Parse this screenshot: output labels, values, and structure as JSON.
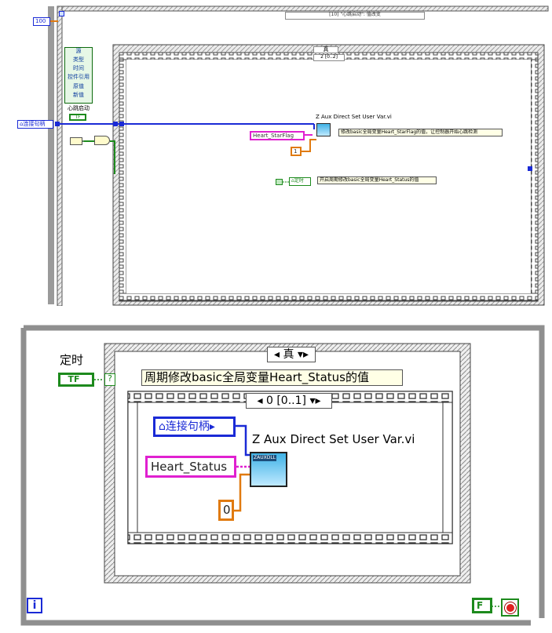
{
  "top": {
    "numeric_const": "100",
    "case_selector": "[10] \"心跳启动\": 值改变",
    "event_data": [
      "源",
      "类型",
      "时间",
      "控件引用",
      "原值",
      "新值"
    ],
    "heartbeat_label": "心跳启动",
    "handle_label": "连接句柄",
    "bool_true_tag": "TF",
    "inner_selector_value": "真",
    "sequence_selector": "2 [0..2]",
    "subvi_title": "Z Aux Direct Set User Var.vi",
    "string_const": "Heart_StarFlag",
    "num_const": "1",
    "comment_set_flag": "修改basic全局变量Heart_StarFlag的值，让控制器开始心跳检测",
    "timer_ref_label": "定时",
    "comment_periodic": "开启周期修改basic全局变量Heart_Status的值"
  },
  "bottom": {
    "timer_label": "定时",
    "timer_tag": "TF",
    "case_selector_value": "真",
    "comment": "周期修改basic全局变量Heart_Status的值",
    "sequence_selector": "0 [0..1]",
    "handle_label": "连接句柄",
    "subvi_title": "Z Aux Direct Set User Var.vi",
    "subvi_icon_text": "ZAUXDLL",
    "string_const": "Heart_Status",
    "num_const": "0",
    "stop_const": "F",
    "loop_index": "i",
    "question": "?"
  },
  "colors": {
    "wire_blue": "#1a2ad6",
    "wire_pink": "#e020d0",
    "wire_orange": "#e07a10",
    "wire_green": "#1d8a1d",
    "frame_gray": "#888888",
    "comment_bg": "#ffffe6"
  }
}
